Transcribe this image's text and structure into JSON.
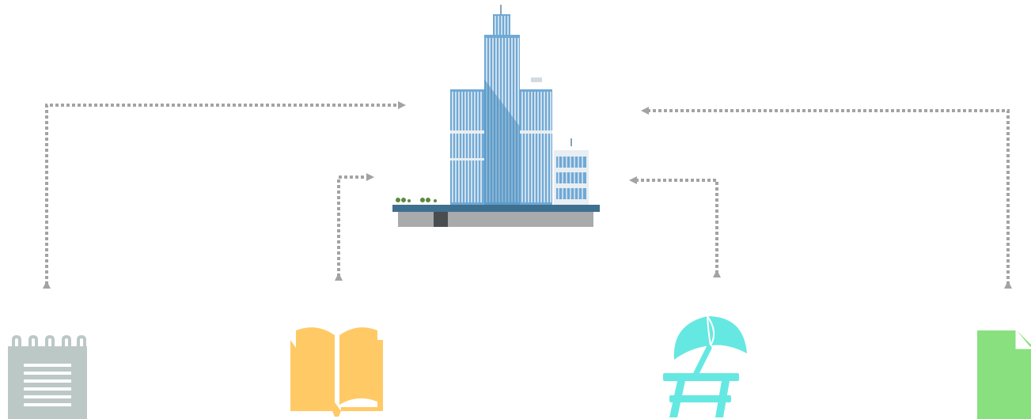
{
  "diagram": {
    "hub": {
      "icon": "office-building-icon"
    },
    "connectors": {
      "style": "dotted-double-arrow",
      "color": "#a3a3a3",
      "links": [
        {
          "from": "hub",
          "to": "notepad"
        },
        {
          "from": "hub",
          "to": "book"
        },
        {
          "from": "hub",
          "to": "umbrella-table"
        },
        {
          "from": "hub",
          "to": "document"
        }
      ]
    },
    "nodes": [
      {
        "id": "notepad",
        "icon": "notepad-icon",
        "color": "#bcc8c6"
      },
      {
        "id": "book",
        "icon": "open-book-icon",
        "color": "#ffca66"
      },
      {
        "id": "umbrella-table",
        "icon": "picnic-table-umbrella-icon",
        "color": "#65e8e1"
      },
      {
        "id": "document",
        "icon": "document-icon",
        "color": "#88e07f"
      }
    ],
    "colors": {
      "building_glass": "#6fa9d6",
      "building_glass_dark": "#4f8fbf",
      "building_frame": "#e8eef2",
      "base_blue": "#3f6f8f",
      "base_gray": "#a8aaac"
    }
  }
}
